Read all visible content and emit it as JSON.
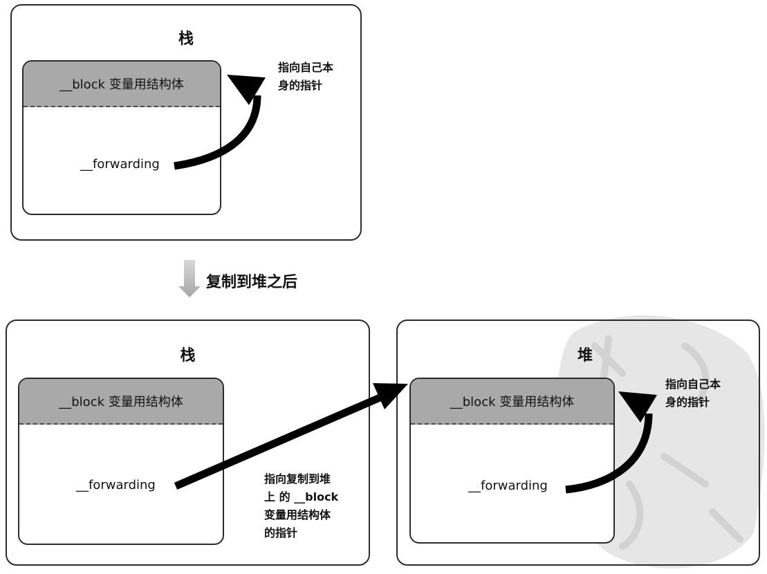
{
  "top": {
    "panel_title": "栈",
    "struct_header": "__block 变量用结构体",
    "field": "__forwarding",
    "note_lines": [
      "指向自己本",
      "身的指针"
    ]
  },
  "transition": {
    "label": "复制到堆之后"
  },
  "bottom_left": {
    "panel_title": "栈",
    "struct_header": "__block 变量用结构体",
    "field": "__forwarding",
    "note_lines": [
      "指向复制到堆",
      "上 的 __block",
      "变量用结构体",
      "的指针"
    ]
  },
  "bottom_right": {
    "panel_title": "堆",
    "struct_header": "__block 变量用结构体",
    "field": "__forwarding",
    "note_lines": [
      "指向自己本",
      "身的指针"
    ]
  },
  "colors": {
    "header_fill": "#a9a9a9",
    "arrow": "#000000",
    "copy_arrow": "#bdbdbd"
  }
}
